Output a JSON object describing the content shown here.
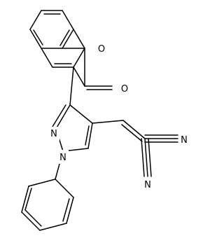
{
  "molecule": {
    "atoms": {
      "ring_oxygen": "O",
      "carbonyl_oxygen": "O",
      "pyrazole_n2": "N",
      "pyrazole_n1": "N",
      "nitrile_n_upper": "N",
      "nitrile_n_lower": "N"
    }
  },
  "colors": {
    "bond": "#000000",
    "background": "#ffffff"
  }
}
